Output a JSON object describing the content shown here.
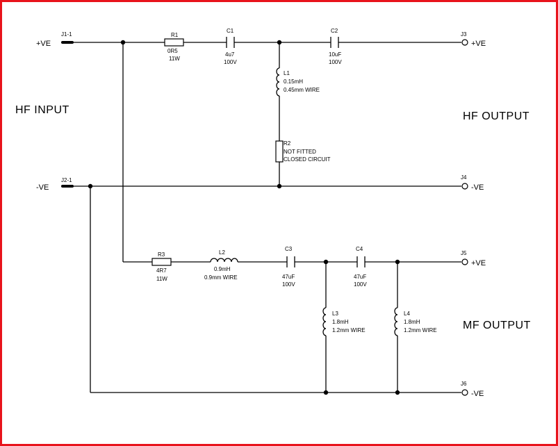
{
  "colors": {
    "frame": "#e8131b",
    "ink": "#000000",
    "background": "#ffffff"
  },
  "labels": {
    "hf_input": "HF INPUT",
    "hf_output": "HF OUTPUT",
    "mf_output": "MF OUTPUT"
  },
  "connectors": {
    "j1": {
      "ref": "J1-1",
      "net": "+VE"
    },
    "j2": {
      "ref": "J2-1",
      "net": "-VE"
    },
    "j3": {
      "ref": "J3",
      "net": "+VE"
    },
    "j4": {
      "ref": "J4",
      "net": "-VE"
    },
    "j5": {
      "ref": "J5",
      "net": "+VE"
    },
    "j6": {
      "ref": "J6",
      "net": "-VE"
    }
  },
  "components": {
    "r1": {
      "ref": "R1",
      "value": "0R5",
      "rating": "11W"
    },
    "c1": {
      "ref": "C1",
      "value": "4u7",
      "rating": "100V"
    },
    "c2": {
      "ref": "C2",
      "value": "10uF",
      "rating": "100V"
    },
    "l1": {
      "ref": "L1",
      "value": "0.15mH",
      "wire": "0.45mm WIRE"
    },
    "r2": {
      "ref": "R2",
      "note1": "NOT FITTED",
      "note2": "CLOSED CIRCUIT"
    },
    "r3": {
      "ref": "R3",
      "value": "4R7",
      "rating": "11W"
    },
    "l2": {
      "ref": "L2",
      "value": "0.9mH",
      "wire": "0.9mm WIRE"
    },
    "c3": {
      "ref": "C3",
      "value": "47uF",
      "rating": "100V"
    },
    "c4": {
      "ref": "C4",
      "value": "47uF",
      "rating": "100V"
    },
    "l3": {
      "ref": "L3",
      "value": "1.8mH",
      "wire": "1.2mm WIRE"
    },
    "l4": {
      "ref": "L4",
      "value": "1.8mH",
      "wire": "1.2mm WIRE"
    }
  }
}
